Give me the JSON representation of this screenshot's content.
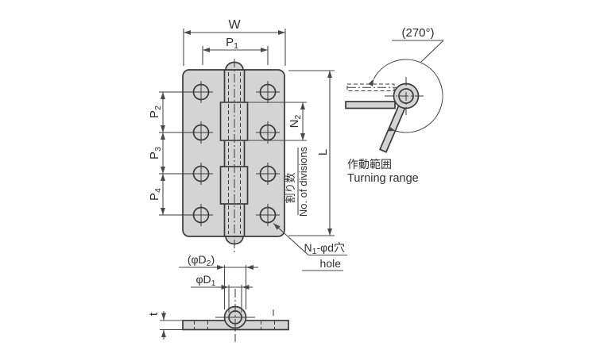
{
  "drawing_title": "hinge-dimension-drawing",
  "front_view": {
    "dim_w": "W",
    "dim_p1": {
      "base": "P",
      "sub": "1"
    },
    "dim_p2": {
      "base": "P",
      "sub": "2"
    },
    "dim_p3": {
      "base": "P",
      "sub": "3"
    },
    "dim_p4": {
      "base": "P",
      "sub": "4"
    },
    "dim_n2": {
      "base": "N",
      "sub": "2"
    },
    "dim_l": "L",
    "divisions_label_jp": "割り数",
    "divisions_label_en": "No. of divisions",
    "hole_note": {
      "base": "N",
      "sub": "1",
      "rest": "-φd穴"
    },
    "hole_note_en": "hole"
  },
  "side_view": {
    "turn_angle": "(270°)",
    "range_label_jp": "作動範囲",
    "range_label_en": "Turning range"
  },
  "bottom_view": {
    "dim_d2": {
      "pre": "(φD",
      "sub": "2",
      "post": ")"
    },
    "dim_d1": {
      "pre": "φD",
      "sub": "1"
    },
    "dim_t": "t"
  },
  "colors": {
    "background": "#ffffff",
    "plate_fill": "#d4d4d4",
    "object_line": "#3a3a3a",
    "dimension_line": "#4a4a4a",
    "text": "#2f2f2f"
  }
}
